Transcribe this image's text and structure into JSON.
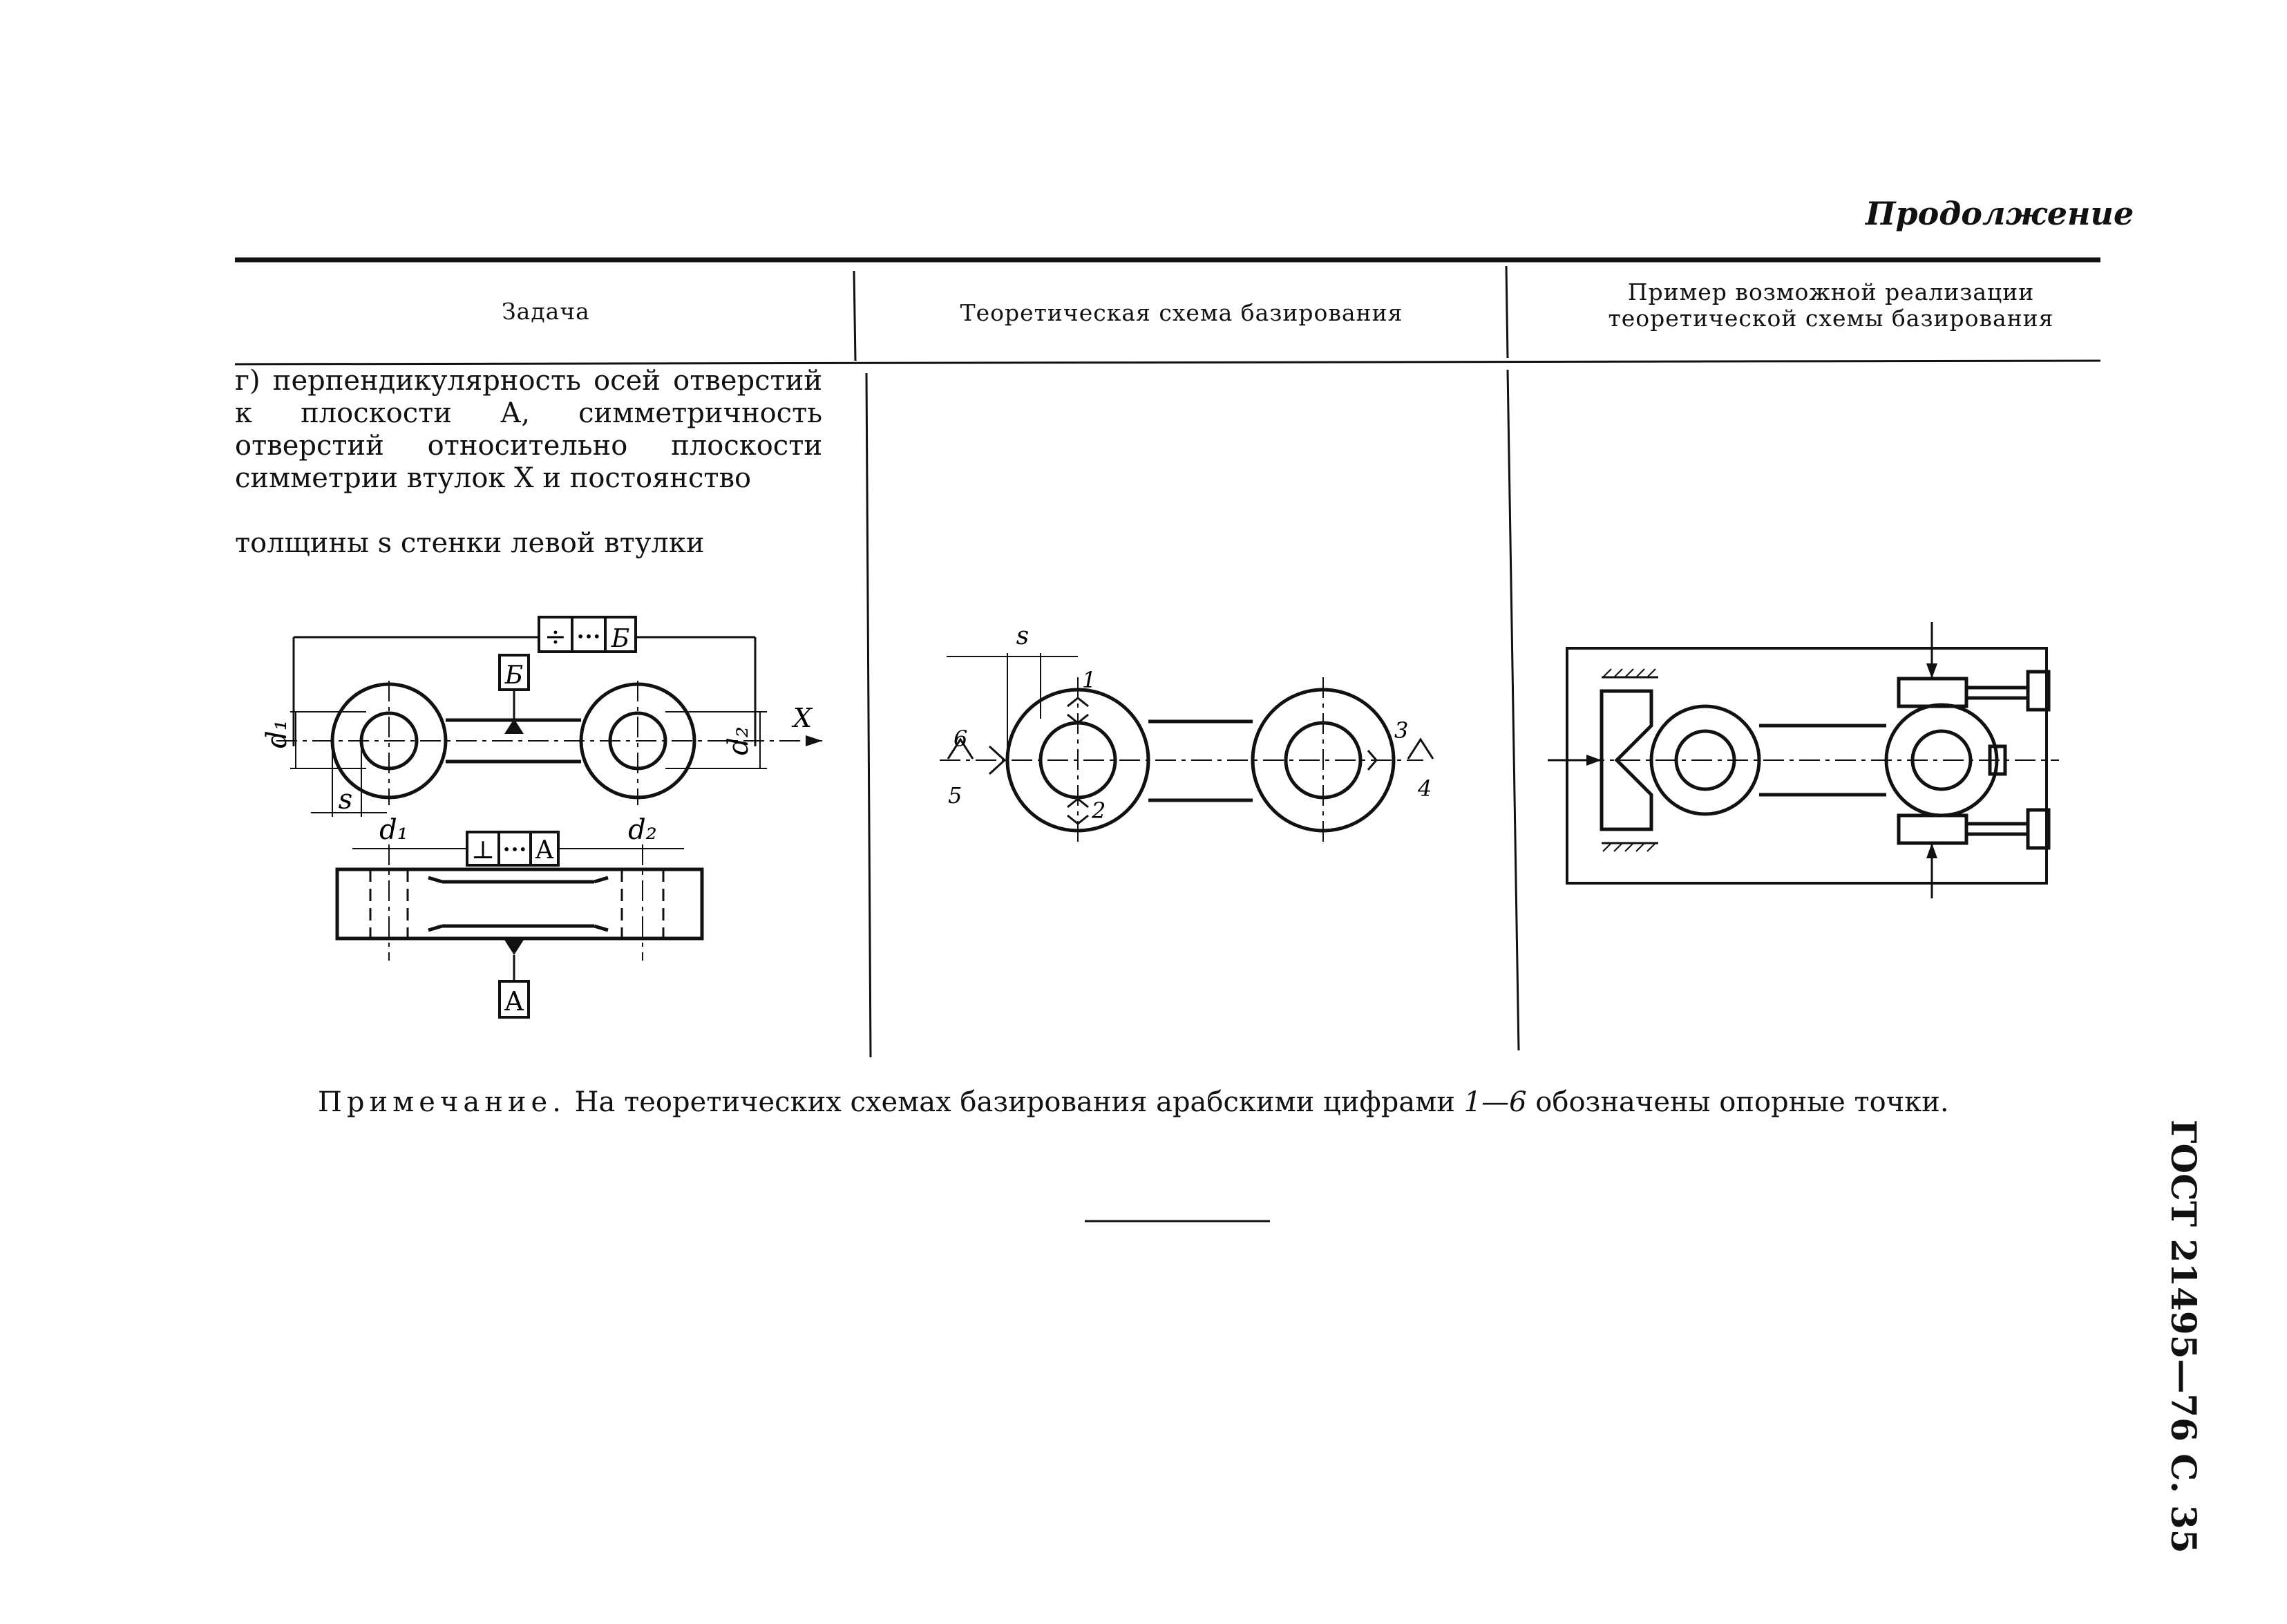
{
  "continued": "Продолжение",
  "table": {
    "headers": {
      "task": "Задача",
      "scheme": "Теоретическая схема базирования",
      "example_line1": "Пример возможной реализации",
      "example_line2": "теоретической схемы базирования"
    },
    "task_text": "г) перпендикулярность осей отверстий к плоскости А, симметричность отверстий относительно плоскости симметрии втулок X и постоянство",
    "task_text_last": "толщины s стенки левой втулки"
  },
  "drawing_task": {
    "tol_symmetry_symbol": "÷",
    "tol_dots": "•••",
    "tol_symmetry_datum": "Б",
    "datum_b": "Б",
    "tol_perp_symbol": "⊥",
    "tol_perp_datum": "А",
    "datum_a": "А",
    "d1": "d₁",
    "d2": "d₂",
    "s": "s",
    "x": "X"
  },
  "drawing_scheme": {
    "s": "s",
    "p1": "1",
    "p2": "2",
    "p3": "3",
    "p4": "4",
    "p5": "5",
    "p6": "6"
  },
  "note": {
    "label": "Примечание.",
    "text_before": "На теоретических схемах базирования арабскими цифрами",
    "points": "1—6",
    "text_after": "обозначены опорные точки."
  },
  "side_label": "ГОСТ 21495—76 С. 35"
}
